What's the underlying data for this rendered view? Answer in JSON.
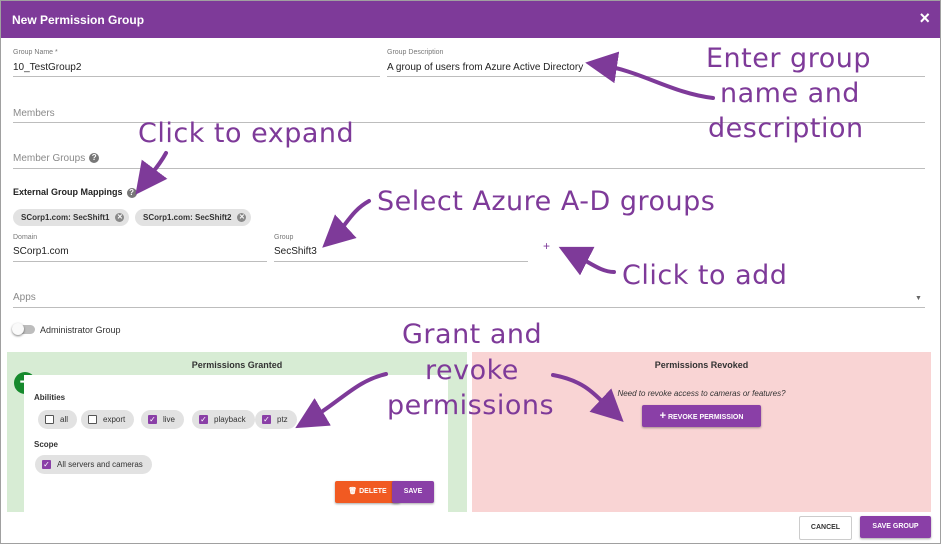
{
  "dialog": {
    "title": "New Permission Group",
    "close_icon": "×"
  },
  "fields": {
    "group_name": {
      "label": "Group Name *",
      "value": "10_TestGroup2"
    },
    "group_description": {
      "label": "Group Description",
      "value": "A group of users from Azure Active Directory"
    },
    "members": {
      "placeholder": "Members"
    },
    "member_groups": {
      "placeholder": "Member Groups"
    },
    "external_group_mappings": {
      "label": "External Group Mappings"
    },
    "mapping_chips": [
      "SCorp1.com: SecShift1",
      "SCorp1.com: SecShift2"
    ],
    "domain": {
      "label": "Domain",
      "value": "SCorp1.com"
    },
    "group": {
      "label": "Group",
      "value": "SecShift3"
    },
    "add_symbol": "+",
    "apps": {
      "placeholder": "Apps",
      "dropdown_icon": "▼"
    },
    "admin_group": {
      "label": "Administrator Group",
      "enabled": false
    }
  },
  "permissions_granted": {
    "title": "Permissions Granted",
    "add_symbol": "+",
    "abilities_label": "Abilities",
    "abilities": [
      {
        "label": "all",
        "checked": false
      },
      {
        "label": "export",
        "checked": false
      },
      {
        "label": "live",
        "checked": true
      },
      {
        "label": "playback",
        "checked": true
      },
      {
        "label": "ptz",
        "checked": true
      }
    ],
    "scope_label": "Scope",
    "scope": {
      "label": "All servers and cameras",
      "checked": true
    },
    "delete_label": "DELETE",
    "save_label": "SAVE"
  },
  "permissions_revoked": {
    "title": "Permissions Revoked",
    "prompt": "Need to revoke access to cameras or features?",
    "revoke_label": "REVOKE PERMISSION"
  },
  "footer": {
    "cancel_label": "CANCEL",
    "save_group_label": "SAVE GROUP"
  },
  "annotations": {
    "enter_group": [
      "Enter group",
      "name and",
      "description"
    ],
    "click_expand": "Click to expand",
    "select_azure": "Select Azure A-D groups",
    "click_add": "Click to add",
    "grant_revoke": [
      "Grant and",
      "revoke",
      "permissions"
    ]
  },
  "colors": {
    "brand": "#7e3a99",
    "granted_bg": "#d7ecd4",
    "revoked_bg": "#f9d4d4",
    "delete": "#f15a22",
    "add_green": "#168a2d"
  }
}
